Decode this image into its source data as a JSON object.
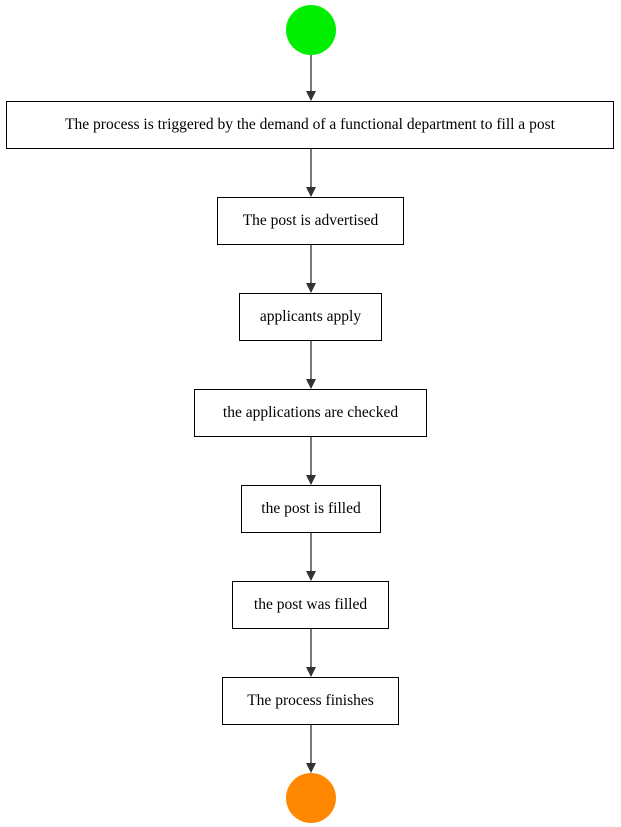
{
  "diagram": {
    "start_node": {
      "color": "#00ee00"
    },
    "end_node": {
      "color": "#ff8800"
    },
    "edge_color": "#333333",
    "steps": [
      {
        "label": "The process is triggered by the demand of a functional department to fill a post"
      },
      {
        "label": "The post is advertised"
      },
      {
        "label": "applicants apply"
      },
      {
        "label": "the applications are checked"
      },
      {
        "label": "the post is filled"
      },
      {
        "label": "the post was filled"
      },
      {
        "label": "The process finishes"
      }
    ]
  }
}
